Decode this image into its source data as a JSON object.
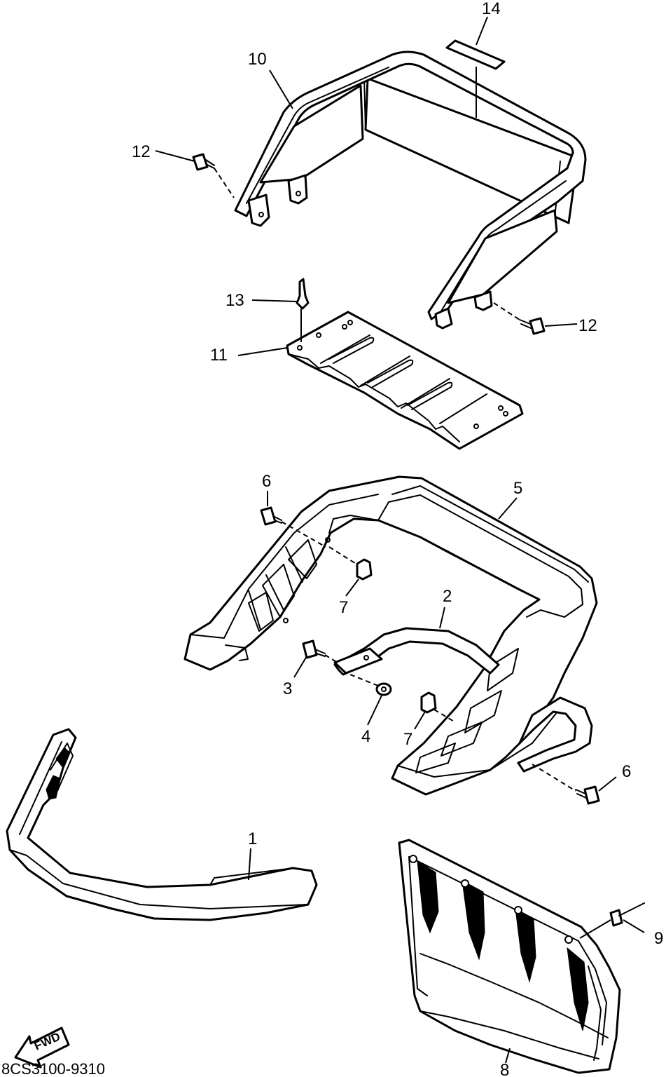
{
  "diagram": {
    "document_code": "8CS3100-9310",
    "direction_label": "FWD",
    "callouts": {
      "c1": "1",
      "c2": "2",
      "c3": "3",
      "c4": "4",
      "c5": "5",
      "c6a": "6",
      "c6b": "6",
      "c7a": "7",
      "c7b": "7",
      "c8": "8",
      "c9": "9",
      "c10": "10",
      "c11": "11",
      "c12a": "12",
      "c12b": "12",
      "c13": "13",
      "c14": "14"
    }
  }
}
